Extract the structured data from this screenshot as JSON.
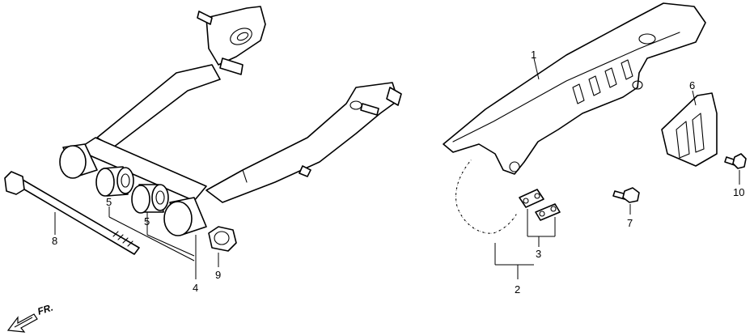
{
  "callouts": {
    "c1": "1",
    "c2": "2",
    "c3": "3",
    "c4": "4",
    "c5a": "5",
    "c5b": "5",
    "c6": "6",
    "c7": "7",
    "c8": "8",
    "c9": "9",
    "c10": "10"
  },
  "direction_label": "FR."
}
